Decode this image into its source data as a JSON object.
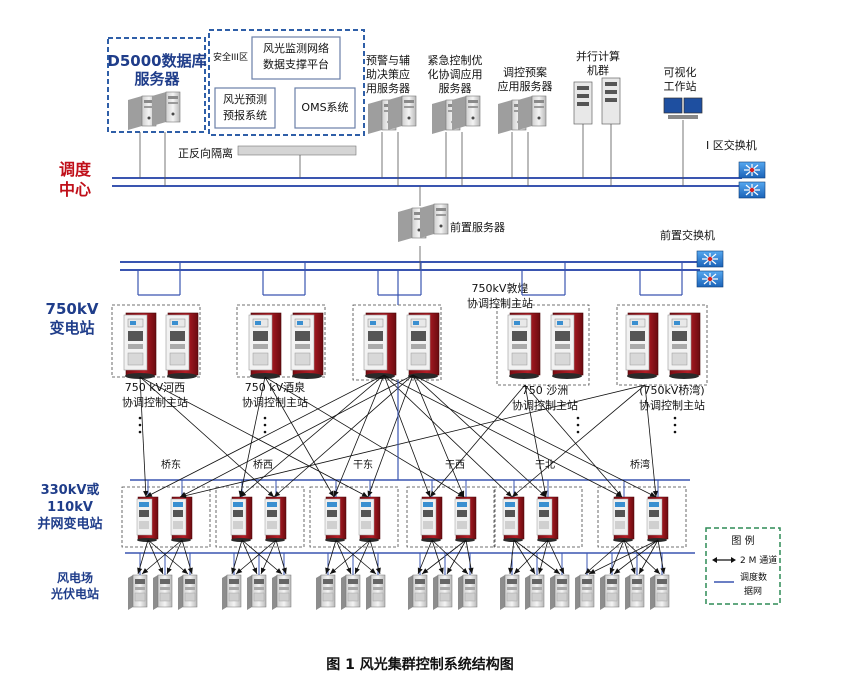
{
  "caption": "图 1 风光集群控制系统结构图",
  "labels": {
    "db_server_line1": "D5000数据库",
    "db_server_line2": "服务器",
    "zone3": "安全III区",
    "platform_line1": "风光监测网络",
    "platform_line2": "数据支撑平台",
    "forecast_line1": "风光预测",
    "forecast_line2": "预报系统",
    "oms": "OMS系统",
    "isolation": "正反向隔离",
    "warning_lines": [
      "预警与辅",
      "助决策应",
      "用服务器"
    ],
    "emergency_lines": [
      "紧急控制优",
      "化协调应用",
      "服务器"
    ],
    "plan_lines": [
      "调控预案",
      "应用服务器"
    ],
    "parallel_lines": [
      "并行计算",
      "机群"
    ],
    "viz_lines": [
      "可视化",
      "工作站"
    ],
    "zone1_switch": "I 区交换机",
    "dispatch_line1": "调度",
    "dispatch_line2": "中心",
    "front_server": "前置服务器",
    "front_switch": "前置交换机",
    "kv750_line1": "750kV",
    "kv750_line2": "变电站",
    "kv330_lines": [
      "330kV或",
      "110kV",
      "并网变电站"
    ],
    "wind_lines": [
      "风电场",
      "光伏电站"
    ]
  },
  "stations750": [
    {
      "line1": "750 kV河西",
      "line2": "协调控制主站"
    },
    {
      "line1": "750 kV酒泉",
      "line2": "协调控制主站"
    },
    {
      "line1": "750kV敦煌",
      "line2": "协调控制主站"
    },
    {
      "line1": "750 沙洲",
      "line2": "协调控制主站"
    },
    {
      "line1": "(750kV桥湾)",
      "line2": "协调控制主站"
    }
  ],
  "substations330": [
    "桥东",
    "桥西",
    "干东",
    "干西",
    "干北",
    "桥湾"
  ],
  "legend": {
    "title": "图 例",
    "item1": "2 M 通道",
    "item2_line1": "调度数",
    "item2_line2": "据网"
  },
  "colors": {
    "blue_text": "#1f3d8a",
    "red_text": "#c0101a",
    "bus_blue": "#3a55b0",
    "cabinet_red": "#a01820",
    "legend_border": "#2e8b57",
    "dashed_blue": "#2f5fa8",
    "switch_blue": "#2a7fd4"
  }
}
